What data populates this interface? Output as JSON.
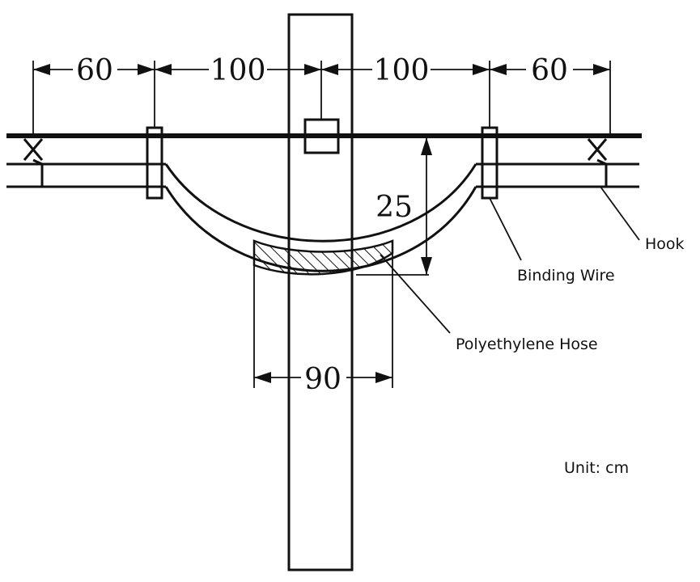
{
  "dimensions": {
    "left_outer": "60",
    "left_inner": "100",
    "right_inner": "100",
    "right_outer": "60",
    "sag_depth": "25",
    "hose_length": "90"
  },
  "labels": {
    "hook": "Hook",
    "binding_wire": "Binding Wire",
    "polyethylene_hose": "Polyethylene Hose",
    "unit": "Unit: cm"
  },
  "colors": {
    "line": "#111111",
    "background": "#ffffff"
  }
}
